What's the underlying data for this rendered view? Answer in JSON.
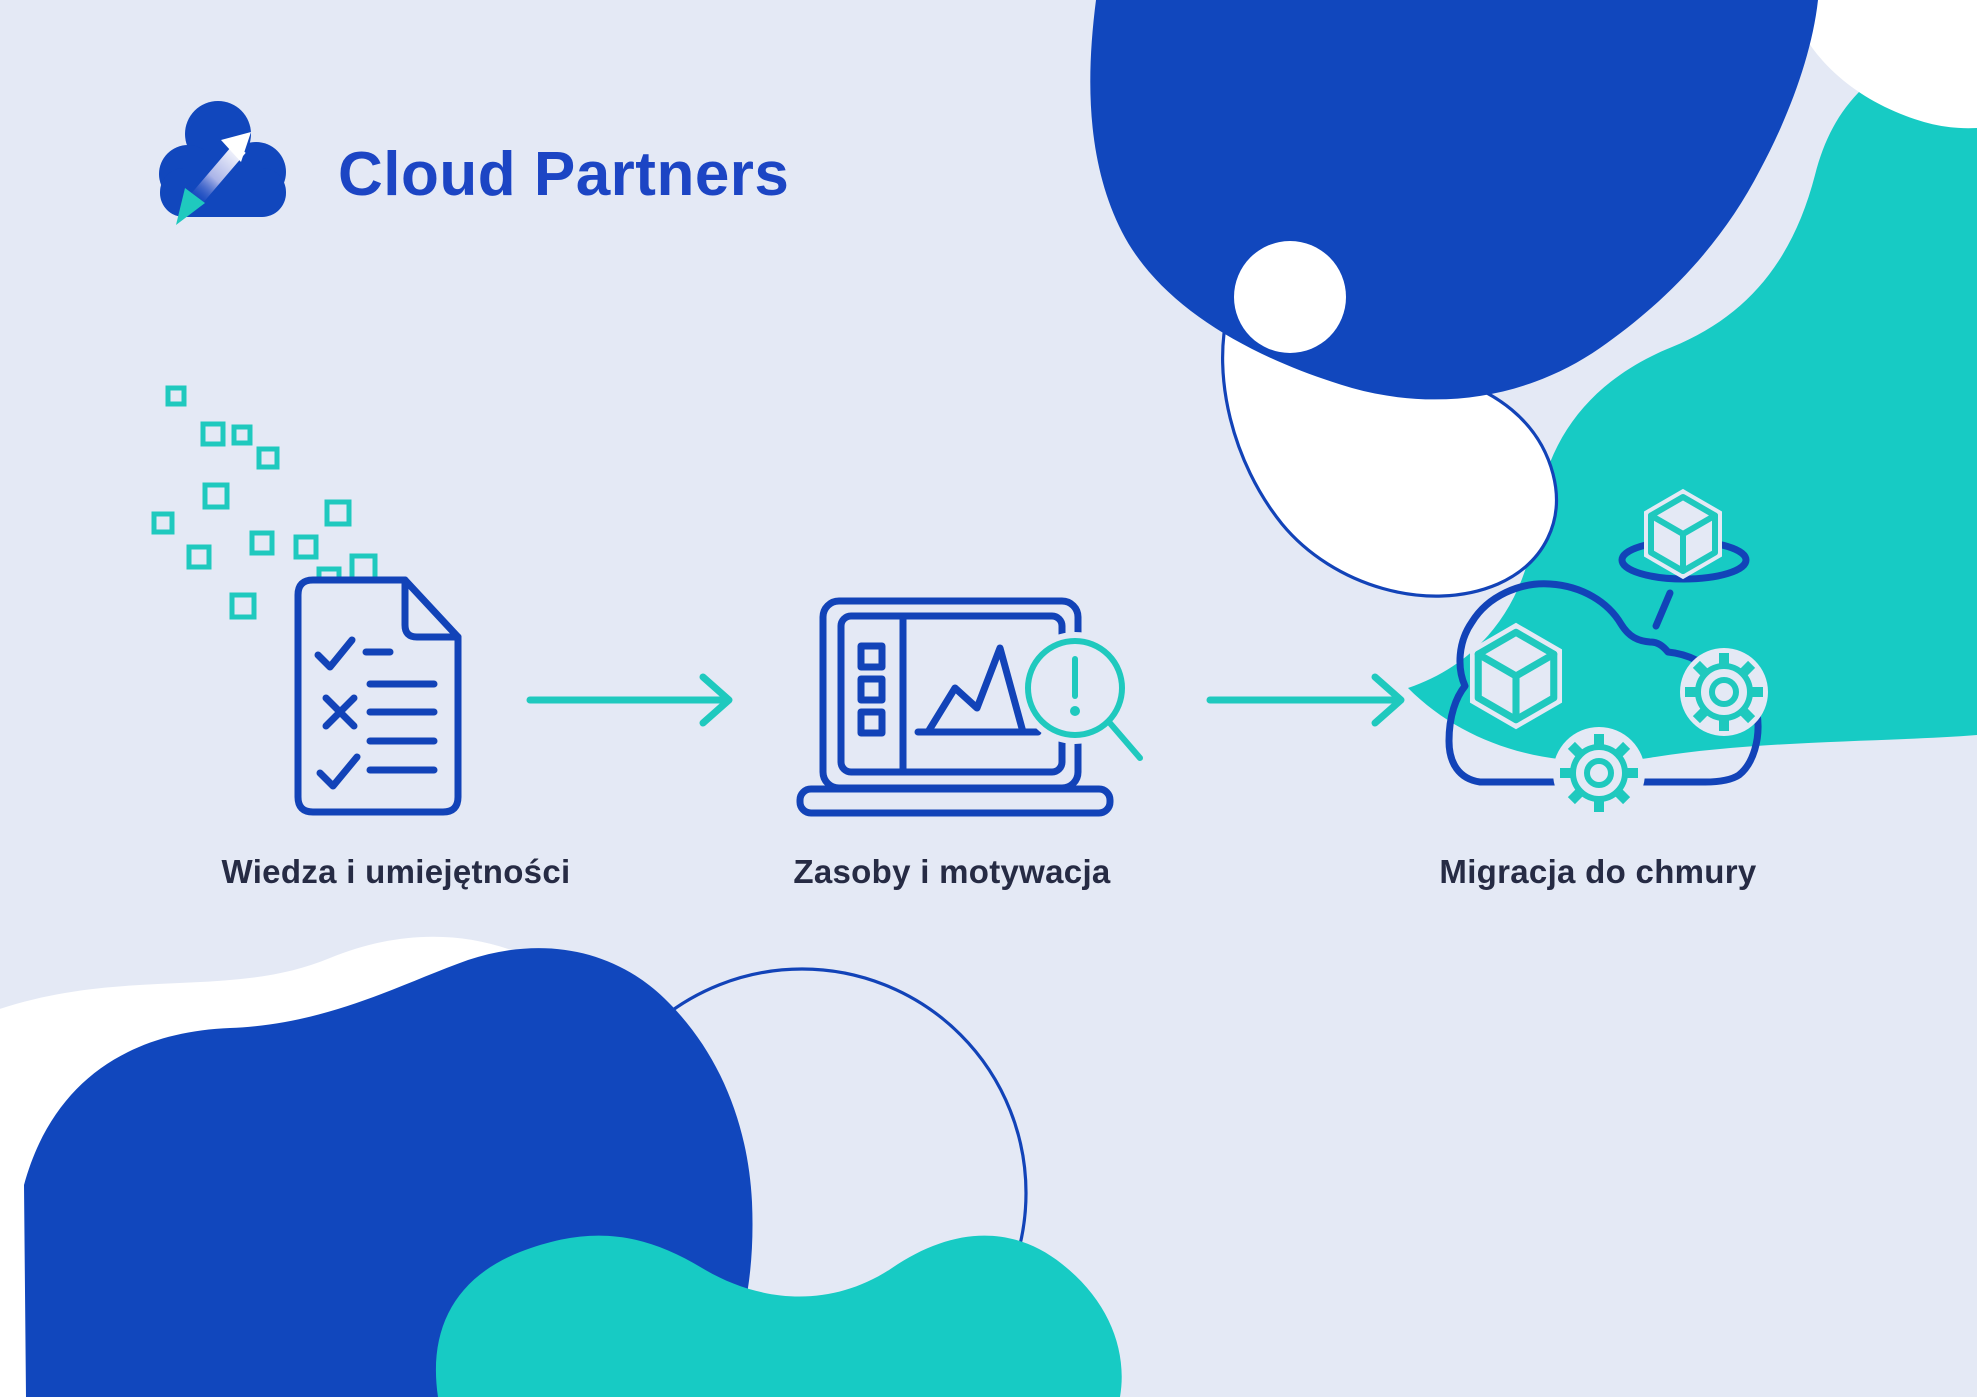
{
  "brand": {
    "name": "Cloud Partners",
    "logo": "cloud-with-arrows-icon"
  },
  "steps": [
    {
      "label": "Wiedza i umiejętności",
      "icon": "checklist-document-icon"
    },
    {
      "label": "Zasoby i motywacja",
      "icon": "laptop-analytics-alert-icon"
    },
    {
      "label": "Migracja do chmury",
      "icon": "cloud-migration-icon"
    }
  ],
  "connectors": [
    {
      "icon": "arrow-right-icon"
    },
    {
      "icon": "arrow-right-icon"
    }
  ],
  "colors": {
    "background": "#e4e9f5",
    "blob_blue": "#1147bd",
    "stroke_blue": "#1243b8",
    "blob_teal": "#17cbc4",
    "stroke_teal": "#1fc9be",
    "label_navy": "#262b44",
    "title_blue": "#1c45c4",
    "white": "#ffffff"
  }
}
